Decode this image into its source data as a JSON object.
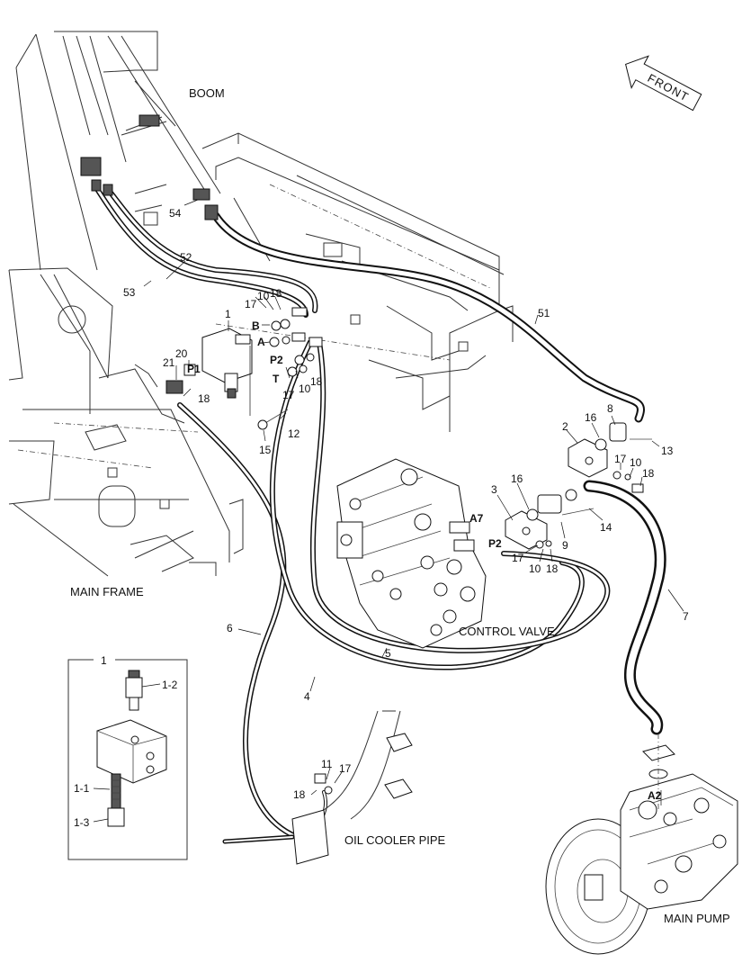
{
  "areas": {
    "boom": "BOOM",
    "main_frame": "MAIN FRAME",
    "control_valve": "CONTROL VALVE",
    "oil_cooler_pipe": "OIL COOLER PIPE",
    "main_pump": "MAIN PUMP"
  },
  "front_arrow": "FRONT",
  "part_numbers": {
    "p1": "1",
    "p2": "2",
    "p3": "3",
    "p4": "4",
    "p5": "5",
    "p6": "6",
    "p7": "7",
    "p8": "8",
    "p9": "9",
    "p11": "11",
    "p12": "12",
    "p13": "13",
    "p14": "14",
    "p15": "15",
    "p20": "20",
    "p21": "21",
    "p51": "51",
    "p52": "52",
    "p53": "53",
    "p54": "54",
    "p10a": "10",
    "p10b": "10",
    "p10c": "10",
    "p10d": "10",
    "p16a": "16",
    "p16b": "16",
    "p17a": "17",
    "p17b": "17",
    "p17c": "17",
    "p17d": "17",
    "p17e": "17",
    "p18a": "18",
    "p18b": "18",
    "p18c": "18",
    "p18d": "18",
    "p18e": "18",
    "p18f": "18"
  },
  "port_labels": {
    "b": "B",
    "a": "A",
    "p1": "P1",
    "p2_upper": "P2",
    "t": "T",
    "a7": "A7",
    "p2_valve": "P2",
    "a2": "A2"
  },
  "inset": {
    "number": "1",
    "labels": {
      "sub2": "1-2",
      "sub1": "1-1",
      "sub3": "1-3"
    }
  }
}
